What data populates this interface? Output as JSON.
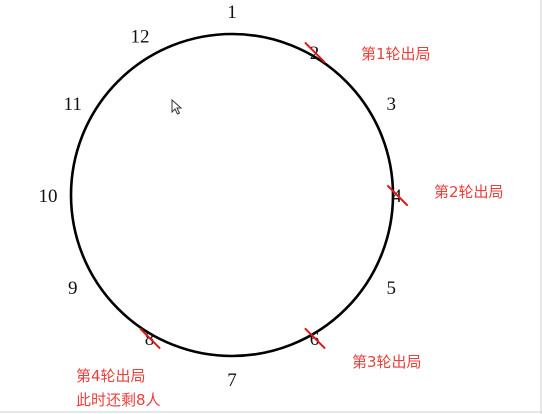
{
  "positions": [
    {
      "label": "1",
      "angle_deg": 0,
      "eliminated": false
    },
    {
      "label": "2",
      "angle_deg": 30,
      "eliminated": true
    },
    {
      "label": "3",
      "angle_deg": 60,
      "eliminated": false
    },
    {
      "label": "4",
      "angle_deg": 90,
      "eliminated": true
    },
    {
      "label": "5",
      "angle_deg": 120,
      "eliminated": false
    },
    {
      "label": "6",
      "angle_deg": 150,
      "eliminated": true
    },
    {
      "label": "7",
      "angle_deg": 180,
      "eliminated": false
    },
    {
      "label": "8",
      "angle_deg": 210,
      "eliminated": true
    },
    {
      "label": "9",
      "angle_deg": 240,
      "eliminated": false
    },
    {
      "label": "10",
      "angle_deg": 270,
      "eliminated": false
    },
    {
      "label": "11",
      "angle_deg": 300,
      "eliminated": false
    },
    {
      "label": "12",
      "angle_deg": 330,
      "eliminated": false
    }
  ],
  "annotations": [
    {
      "target": "2",
      "lines": [
        "第1轮出局"
      ]
    },
    {
      "target": "4",
      "lines": [
        "第2轮出局"
      ]
    },
    {
      "target": "6",
      "lines": [
        "第3轮出局"
      ]
    },
    {
      "target": "8",
      "lines": [
        "第4轮出局",
        "此时还剩8人"
      ]
    }
  ],
  "colors": {
    "circle": "#000000",
    "number": "#111111",
    "strike": "#e01818",
    "annotation": "#e8413c"
  },
  "cursor_icon": "mouse-pointer-icon"
}
